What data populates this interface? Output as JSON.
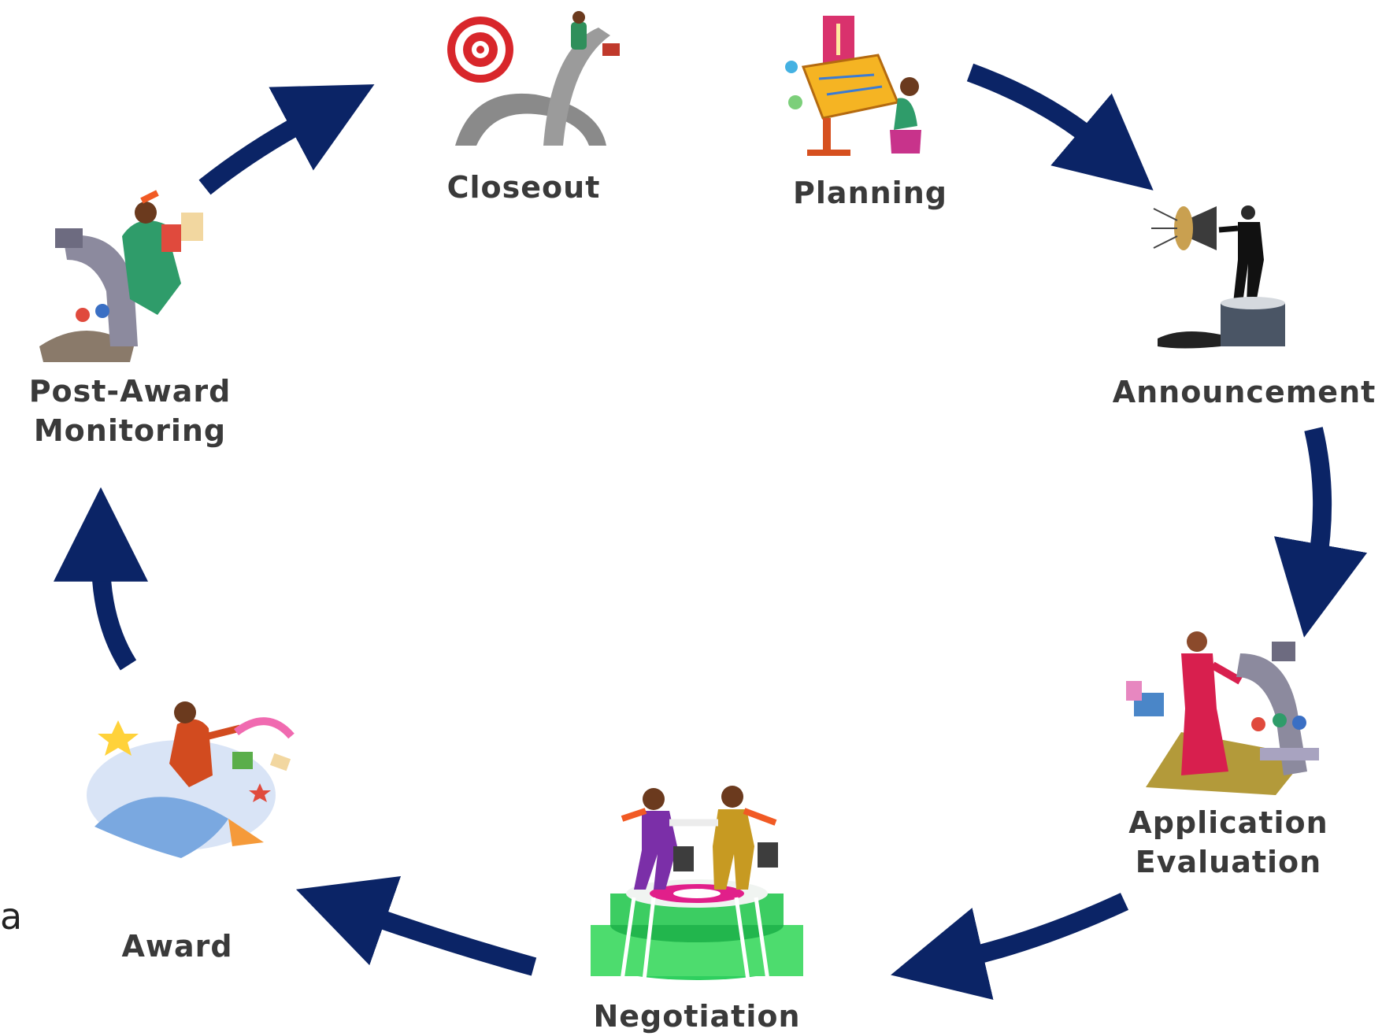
{
  "diagram": {
    "type": "cycle",
    "arrow_color": "#0b2466",
    "stages": [
      {
        "id": "planning",
        "label": "Planning",
        "icon": "architect-at-drafting-table-icon"
      },
      {
        "id": "announcement",
        "label": "Announcement",
        "icon": "man-with-megaphone-icon"
      },
      {
        "id": "application_evaluation",
        "label": "Application Evaluation",
        "label_lines": [
          "Application",
          "Evaluation"
        ],
        "icon": "woman-with-microscope-icon"
      },
      {
        "id": "negotiation",
        "label": "Negotiation",
        "icon": "handshake-on-target-icon"
      },
      {
        "id": "award",
        "label": "Award",
        "icon": "man-riding-rocket-icon"
      },
      {
        "id": "post_award_monitoring",
        "label": "Post-Award Monitoring",
        "label_lines": [
          "Post-Award",
          "Monitoring"
        ],
        "icon": "man-with-microscope-icon"
      },
      {
        "id": "closeout",
        "label": "Closeout",
        "icon": "target-and-road-icon"
      }
    ],
    "edge_text": "a"
  }
}
